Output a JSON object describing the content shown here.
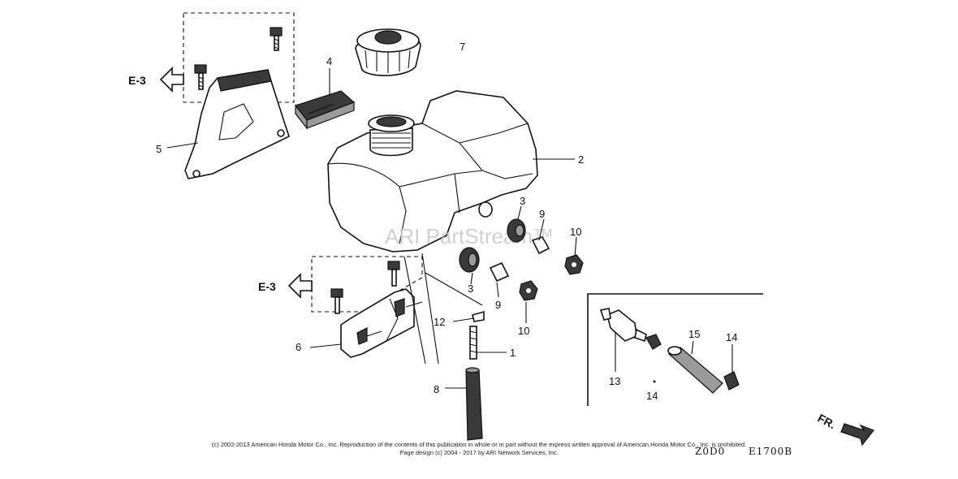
{
  "callouts": {
    "c1": "1",
    "c2": "2",
    "c3a": "3",
    "c3b": "3",
    "c4": "4",
    "c5": "5",
    "c6": "6",
    "c7": "7",
    "c8": "8",
    "c9a": "9",
    "c9b": "9",
    "c10a": "10",
    "c10b": "10",
    "c12": "12",
    "c13": "13",
    "c14a": "14",
    "c14b": "14",
    "c15": "15"
  },
  "references": {
    "upper": "E-3",
    "lower": "E-3",
    "front": "FR."
  },
  "watermark": "ARI PartStream™",
  "codes": {
    "left": "Z0D0",
    "right": "E1700B"
  },
  "footer": {
    "line1": "(c) 2002-2013 American Honda Motor Co., Inc. Reproduction of the contents of this publication in whole or in part without the express written approval of American Honda Motor Co., Inc. is prohibited.",
    "line2": "Page design (c) 2004 - 2017 by ARI Network Services, Inc."
  }
}
